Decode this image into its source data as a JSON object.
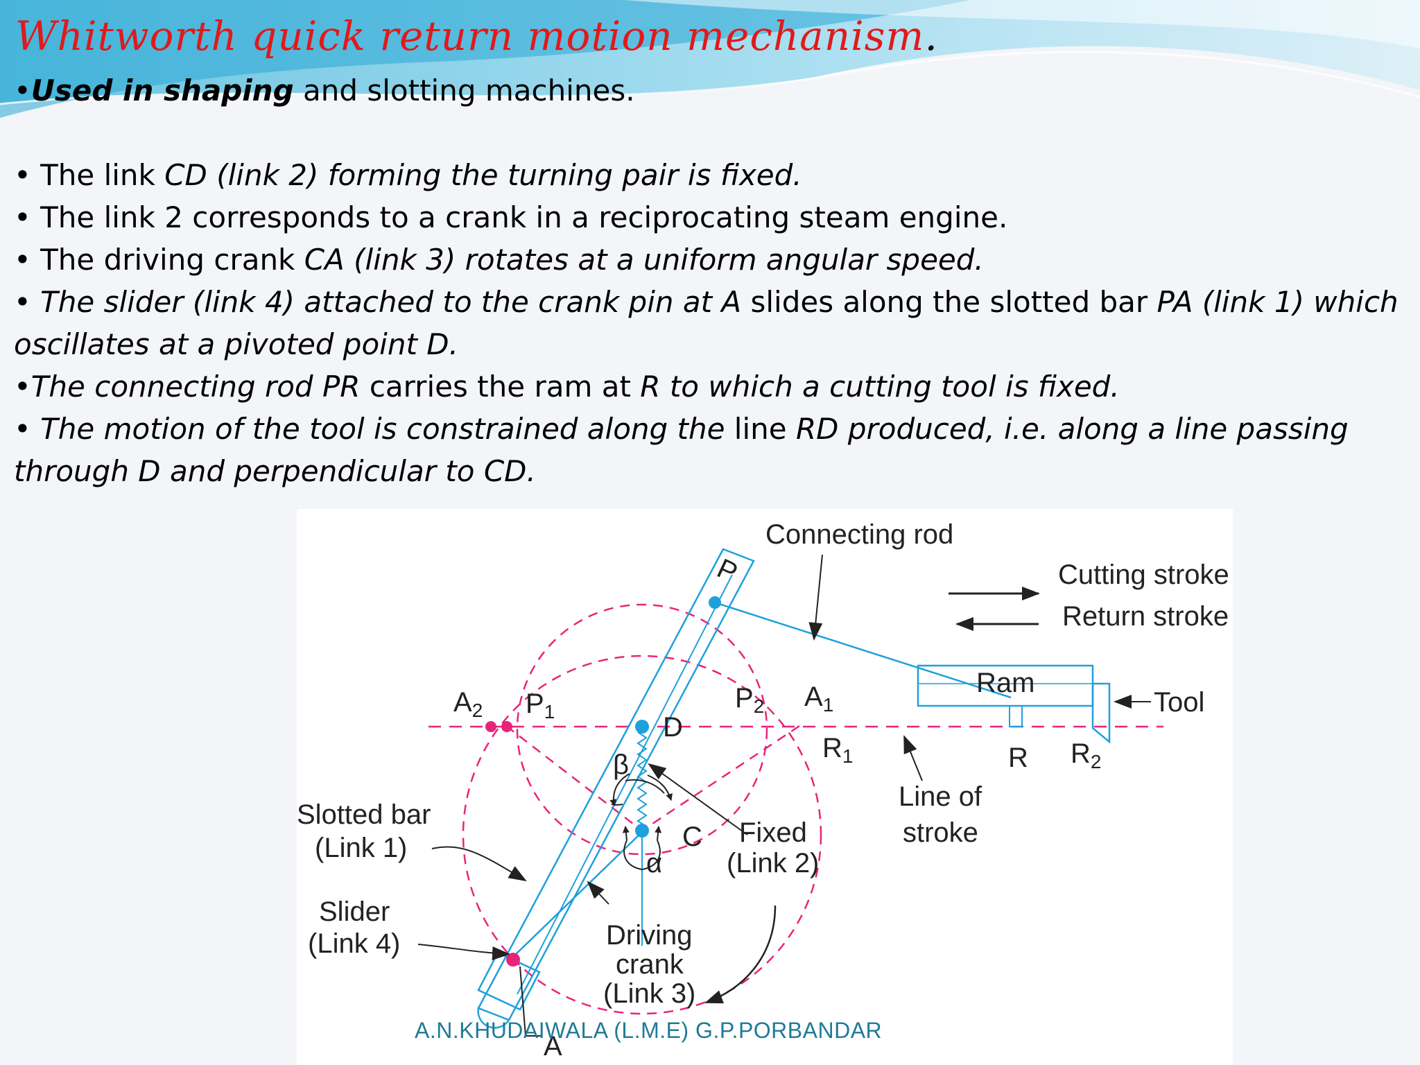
{
  "title": "Whitworth quick return motion mechanism",
  "title_end": ".",
  "bullets": [
    {
      "marker": "•",
      "runs": [
        {
          "t": "Used in shaping",
          "s": "bi"
        },
        {
          "t": " and slotting machines.",
          "s": "n"
        }
      ]
    },
    {
      "marker": "• ",
      "runs": [
        {
          "t": "The link ",
          "s": "n"
        },
        {
          "t": "CD (link 2) forming the turning pair is fixed.",
          "s": "i"
        }
      ]
    },
    {
      "marker": "• ",
      "runs": [
        {
          "t": "The link 2 corresponds to a crank in a reciprocating steam engine.",
          "s": "n"
        }
      ]
    },
    {
      "marker": "• ",
      "runs": [
        {
          "t": "The driving crank ",
          "s": "n"
        },
        {
          "t": "CA (link 3) rotates at a uniform angular speed.",
          "s": "i"
        }
      ]
    },
    {
      "marker": "• ",
      "runs": [
        {
          "t": "The slider (link 4) attached to the crank pin at A",
          "s": "i"
        },
        {
          "t": " slides along the slotted bar ",
          "s": "n"
        },
        {
          "t": "PA (link 1) which oscillates at a pivoted point D.",
          "s": "i"
        }
      ]
    },
    {
      "marker": "•",
      "runs": [
        {
          "t": "The connecting rod PR",
          "s": "i"
        },
        {
          "t": " carries the ram at ",
          "s": "n"
        },
        {
          "t": "R to which a cutting tool is fixed.",
          "s": "i"
        }
      ]
    },
    {
      "marker": "• ",
      "runs": [
        {
          "t": "The motion of the tool is constrained along the",
          "s": "i"
        },
        {
          "t": " line ",
          "s": "n"
        },
        {
          "t": "RD produced, i.e. along a line passing through D and perpendicular to CD.",
          "s": "i"
        }
      ]
    }
  ],
  "diagram": {
    "labels": {
      "connecting_rod": "Connecting rod",
      "cutting_stroke": "Cutting stroke",
      "return_stroke": "Return stroke",
      "ram": "Ram",
      "tool": "Tool",
      "line_of_stroke_1": "Line of",
      "line_of_stroke_2": "stroke",
      "slotted_bar_1": "Slotted bar",
      "slotted_bar_2": "(Link 1)",
      "slider_1": "Slider",
      "slider_2": "(Link 4)",
      "driving_crank_1": "Driving",
      "driving_crank_2": "crank",
      "driving_crank_3": "(Link 3)",
      "fixed_1": "Fixed",
      "fixed_2": "(Link 2)",
      "beta": "β",
      "alpha": "α",
      "C": "C",
      "D": "D",
      "P": "P",
      "P1_main": "P",
      "P1_sub": "1",
      "P2_main": "P",
      "P2_sub": "2",
      "A1_main": "A",
      "A1_sub": "1",
      "A2_main": "A",
      "A2_sub": "2",
      "R": "R",
      "R1_main": "R",
      "R1_sub": "1",
      "R2_main": "R",
      "R2_sub": "2",
      "A": "A"
    },
    "colors": {
      "link": "#1ea0dc",
      "path": "#e8247a",
      "ink": "#222222"
    }
  },
  "footer": "A.N.KHUDAIWALA  (L.M.E)  G.P.PORBANDAR"
}
